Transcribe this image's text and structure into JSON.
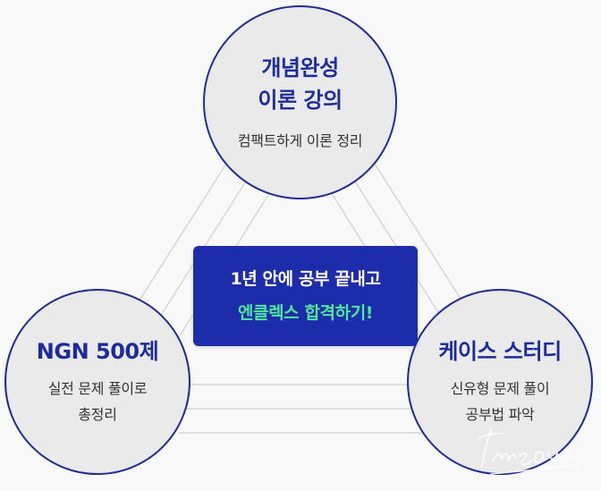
{
  "nodes": {
    "top": {
      "title_line1": "개념완성",
      "title_line2": "이론 강의",
      "subtitle": "컴팩트하게 이론 정리"
    },
    "left": {
      "title": "NGN 500제",
      "subtitle_line1": "실전 문제 풀이로",
      "subtitle_line2": "총정리"
    },
    "right": {
      "title": "케이스 스터디",
      "subtitle_line1": "신유형 문제 풀이",
      "subtitle_line2": "공부법 파악"
    }
  },
  "center": {
    "line1": "1년 안에 공부 끝내고",
    "line2": "엔클렉스 합격하기!"
  },
  "colors": {
    "accent": "#1d2caa",
    "title_text": "#1c2c9e",
    "highlight": "#4ee89a",
    "circle_fill": "#eaeaea",
    "background": "#f8f8f8"
  }
}
